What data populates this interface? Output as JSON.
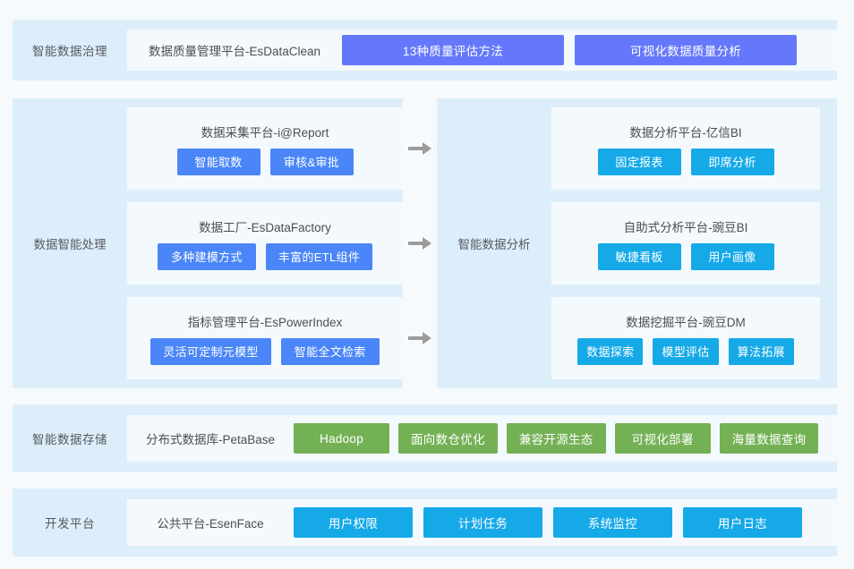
{
  "theme": {
    "page_bg": "#f7fafc",
    "panel_bg": "#ddeefb",
    "card_bg": "#f4f9fe",
    "purple": "#6578fb",
    "blue": "#4a86f7",
    "cyan": "#15a9e8",
    "green": "#74b155",
    "label_text": "#555a60",
    "arrow": "#9b9b9b"
  },
  "sections": {
    "governance": {
      "label": "智能数据治理",
      "platform": "数据质量管理平台-EsDataClean",
      "chips": [
        "13种质量评估方法",
        "可视化数据质量分析"
      ]
    },
    "processing": {
      "label": "数据智能处理",
      "cards": [
        {
          "title": "数据采集平台-i@Report",
          "chips": [
            "智能取数",
            "审核&审批"
          ]
        },
        {
          "title": "数据工厂-EsDataFactory",
          "chips": [
            "多种建模方式",
            "丰富的ETL组件"
          ]
        },
        {
          "title": "指标管理平台-EsPowerIndex",
          "chips": [
            "灵活可定制元模型",
            "智能全文检索"
          ]
        }
      ]
    },
    "analysis": {
      "label": "智能数据分析",
      "cards": [
        {
          "title": "数据分析平台-亿信BI",
          "chips": [
            "固定报表",
            "即席分析"
          ]
        },
        {
          "title": "自助式分析平台-豌豆BI",
          "chips": [
            "敏捷看板",
            "用户画像"
          ]
        },
        {
          "title": "数据挖掘平台-豌豆DM",
          "chips": [
            "数据探索",
            "模型评估",
            "算法拓展"
          ]
        }
      ]
    },
    "storage": {
      "label": "智能数据存储",
      "platform": "分布式数据库-PetaBase",
      "chips": [
        "Hadoop",
        "面向数仓优化",
        "兼容开源生态",
        "可视化部署",
        "海量数据查询"
      ]
    },
    "dev": {
      "label": "开发平台",
      "platform": "公共平台-EsenFace",
      "chips": [
        "用户权限",
        "计划任务",
        "系统监控",
        "用户日志"
      ]
    }
  },
  "icons": {
    "flow_arrow": "arrow-right-icon"
  }
}
